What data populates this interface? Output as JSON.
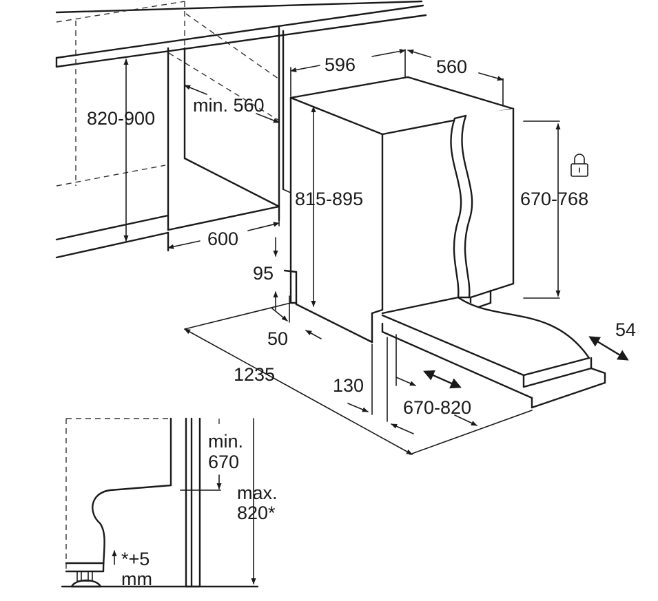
{
  "dimensions": {
    "niche_height": "820-900",
    "min_niche_width": "min. 560",
    "niche_depth": "600",
    "appliance_width": "596",
    "appliance_depth": "560",
    "appliance_height": "815-895",
    "door_panel_height": "670-768",
    "plinth_height": "95",
    "plinth_depth": "50",
    "open_door_depth": "1235",
    "foot_offset": "130",
    "door_travel": "670-820",
    "door_gap": "54"
  },
  "detail": {
    "min_label": "min.",
    "min_value": "670",
    "max_label": "max.",
    "max_value": "820*",
    "adjust_label": "*+5",
    "adjust_unit": "mm"
  },
  "icons": {
    "lock": "lock-icon"
  }
}
